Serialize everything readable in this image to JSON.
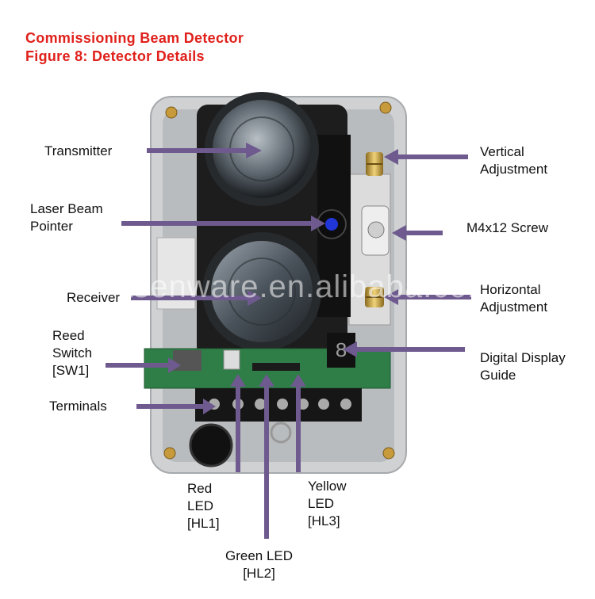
{
  "header": {
    "title": "Commissioning Beam Detector",
    "subtitle": "Figure 8: Detector Details"
  },
  "watermark": "asenware.en.alibaba.com",
  "labels": {
    "transmitter": "Transmitter",
    "laser_pointer": "Laser Beam\nPointer",
    "receiver": "Receiver",
    "reed_switch": "Reed\nSwitch\n[SW1]",
    "terminals": "Terminals",
    "vertical_adjustment": "Vertical\nAdjustment",
    "screw": "M4x12 Screw",
    "horizontal_adjustment": "Horizontal\nAdjustment",
    "digital_display": "Digital Display\nGuide",
    "red_led": "Red\nLED\n[HL1]",
    "yellow_led": "Yellow\nLED\n[HL3]",
    "green_led": "Green LED\n[HL2]"
  },
  "colors": {
    "title": "#e0201b",
    "leader": "#6e5a8e"
  }
}
